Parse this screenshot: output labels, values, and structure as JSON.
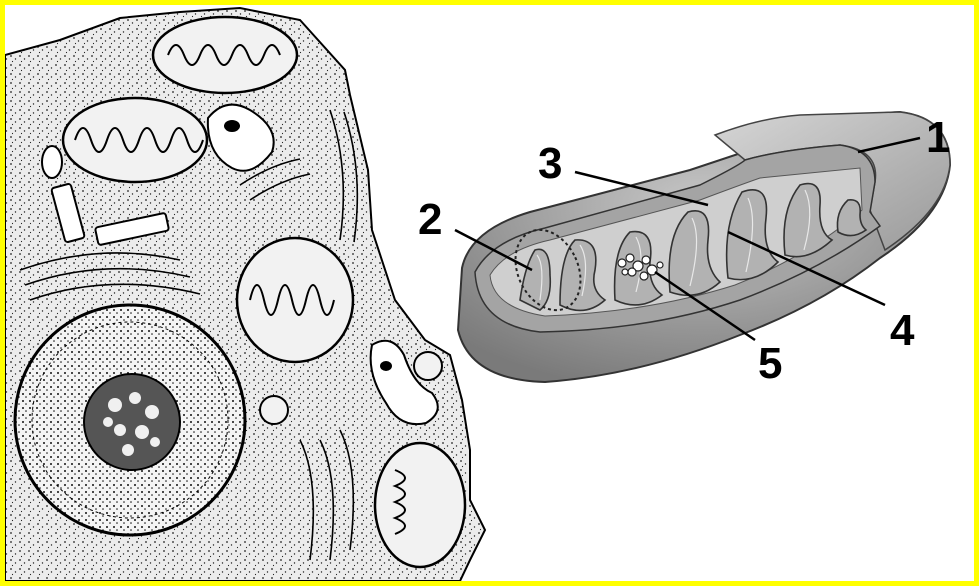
{
  "colors": {
    "frame": "#ffff00",
    "background": "#ffffff",
    "cell_fill": "#ececec",
    "mito_outer": "#9a9a9a",
    "mito_inner": "#b8b8b8",
    "ink": "#000000"
  },
  "labels": [
    {
      "number": "1"
    },
    {
      "number": "2"
    },
    {
      "number": "3"
    },
    {
      "number": "4"
    },
    {
      "number": "5"
    }
  ]
}
